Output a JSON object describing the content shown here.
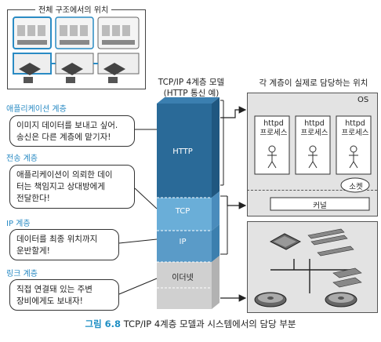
{
  "overview": {
    "title": "전체 구조에서의 위치"
  },
  "stack": {
    "title_line1": "TCP/IP 4계층 모델",
    "title_line2": "(HTTP 통신 예)",
    "layers": [
      "HTTP",
      "TCP",
      "IP",
      "이더넷"
    ]
  },
  "os_panel": {
    "title": "각 계층이 실제로 담당하는 위치",
    "os_label": "OS",
    "process_line1": "httpd",
    "process_line2": "프로세스",
    "socket": "소켓",
    "kernel": "커널"
  },
  "layer_notes": [
    {
      "label": "애플리케이션 계층",
      "bubble": [
        "이미지 데이터를 보내고 싶어.",
        "송신은 다른 계층에 맡기자!"
      ]
    },
    {
      "label": "전송 계층",
      "bubble": [
        "애플리케이션이 의뢰한 데이",
        "터는 책임지고 상대방에게",
        "전달한다!"
      ]
    },
    {
      "label": "IP 계층",
      "bubble": [
        "데이터를 최종 위치까지",
        "운반할게!"
      ]
    },
    {
      "label": "링크 계층",
      "bubble": [
        "직접 연결돼 있는 주변",
        "장비에게도 보내자!"
      ]
    }
  ],
  "caption": {
    "figure": "그림 6.8",
    "text": "TCP/IP 4계층 모델과 시스템에서의 담당 부분"
  },
  "colors": {
    "accent": "#2a8bc4",
    "http": "#2a6a98",
    "tcp": "#6aaed8",
    "ip": "#5a9bc8",
    "ethernet": "#d0d0d0",
    "os_bg": "#e3e3e3"
  }
}
